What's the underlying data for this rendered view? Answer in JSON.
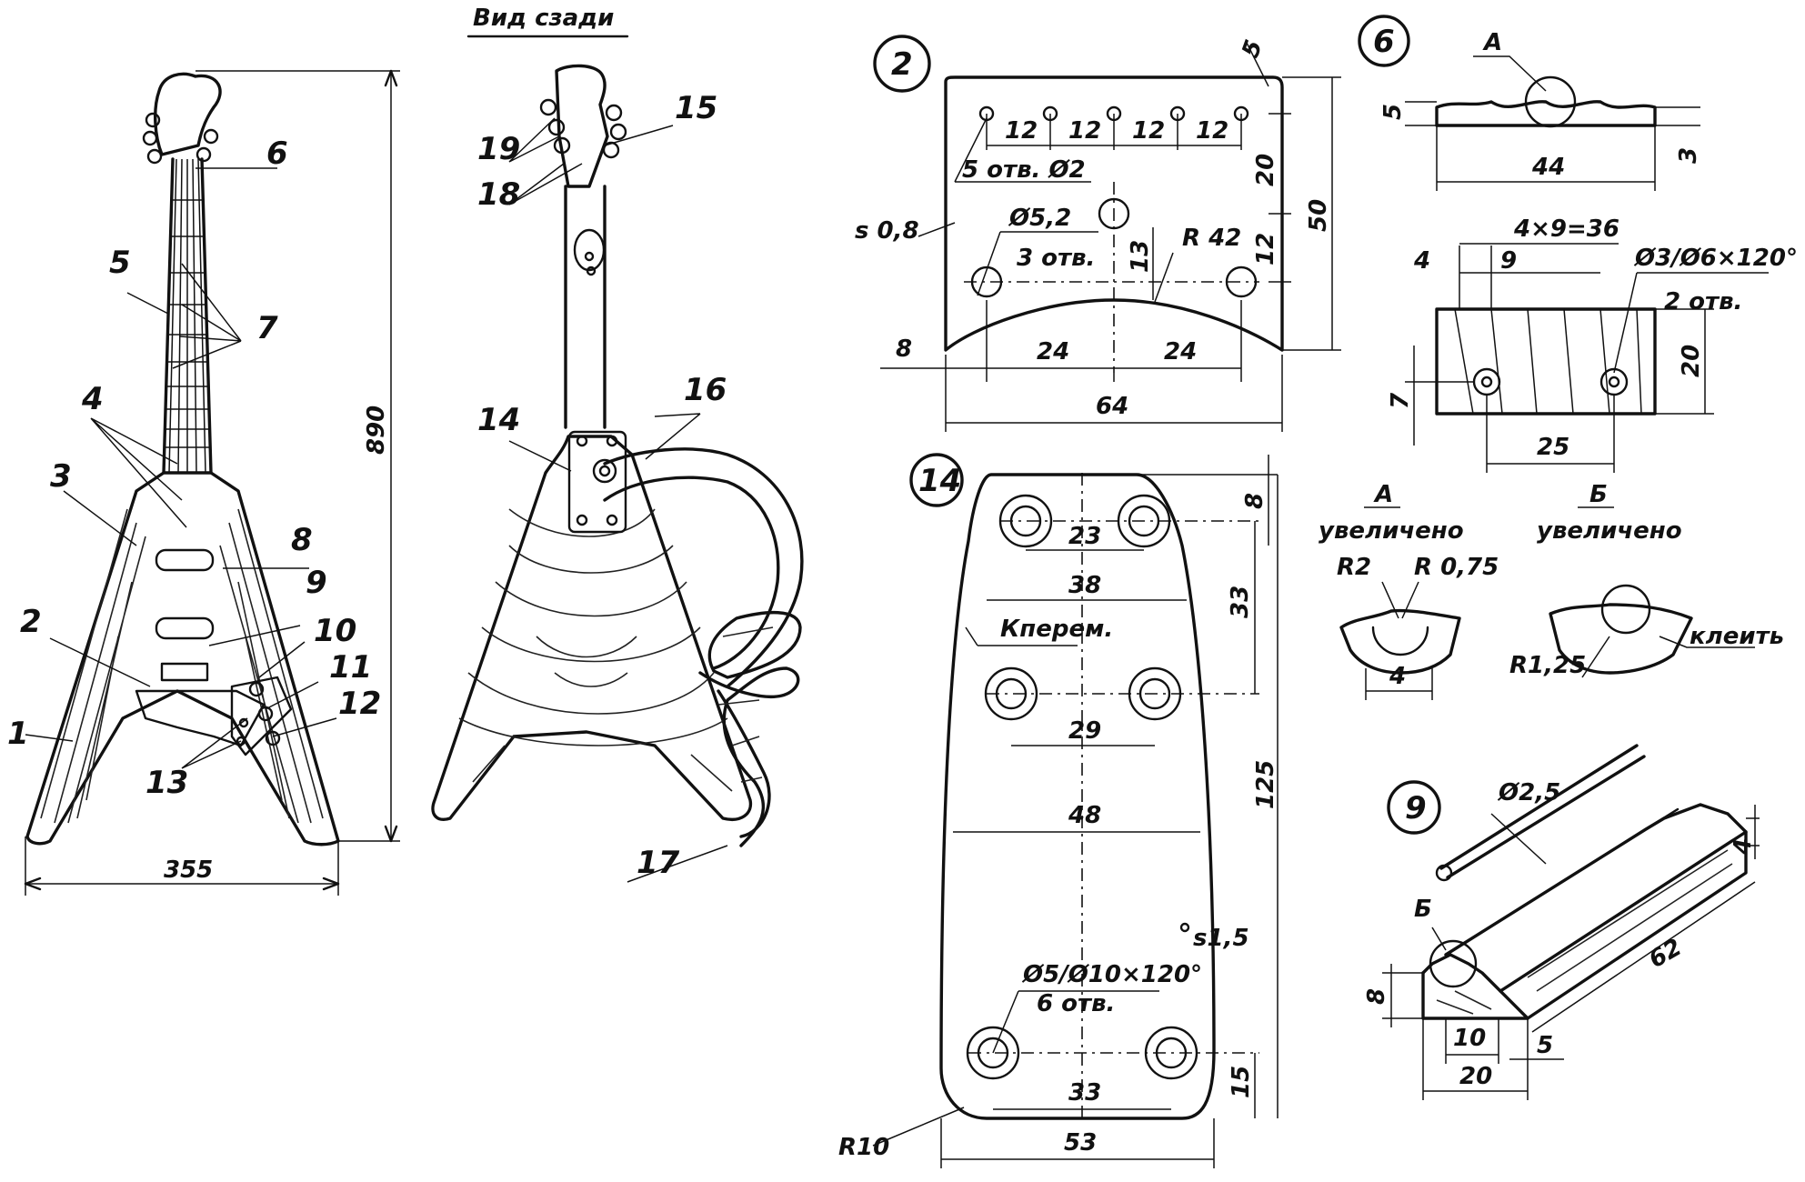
{
  "colors": {
    "ink": "#111111",
    "paper": "#ffffff"
  },
  "views": {
    "front": {
      "callouts": [
        "1",
        "2",
        "3",
        "4",
        "5",
        "6",
        "7",
        "8",
        "9",
        "10",
        "11",
        "12",
        "13"
      ],
      "width_dim": "355",
      "height_dim": "890"
    },
    "back": {
      "title": "Вид сзади",
      "callouts": [
        "14",
        "15",
        "16",
        "17",
        "18",
        "19"
      ]
    }
  },
  "details": {
    "d2": {
      "number": "2",
      "thickness": "s 0,8",
      "dims": {
        "pitch": "12",
        "holes": "5 отв. Ø2",
        "top": "5",
        "hole_big": "Ø5,2",
        "hole_big_count": "3 отв.",
        "radius": "R 42",
        "depth": "13",
        "right_20": "20",
        "right_12": "12",
        "height": "50",
        "left_8": "8",
        "half": "24",
        "width": "64"
      }
    },
    "d6": {
      "number": "6",
      "view_a": "А",
      "dims": {
        "h5": "5",
        "h3": "3",
        "length": "44",
        "pitch": "4×9=36",
        "left4": "4",
        "step9": "9",
        "holes": "Ø3/Ø6×120°",
        "holes_count": "2 отв.",
        "height": "20",
        "low": "7",
        "span": "25"
      }
    },
    "detail_a": {
      "letter": "А",
      "caption": "увеличено",
      "r_big": "R2",
      "r_small": "R 0,75",
      "width": "4"
    },
    "detail_b": {
      "letter": "Б",
      "caption": "увеличено",
      "radius": "R1,25",
      "note": "клеить"
    },
    "d14": {
      "number": "14",
      "dims": {
        "top": "8",
        "w23": "23",
        "w38": "38",
        "h33": "33",
        "note": "Кперем.",
        "w29": "29",
        "w48": "48",
        "length": "125",
        "thickness": "s1,5",
        "holes": "Ø5/Ø10×120°",
        "holes_count": "6 отв.",
        "w33": "33",
        "bottom": "15",
        "radius": "R10",
        "width": "53"
      }
    },
    "d9": {
      "number": "9",
      "rod": "Ø2,5",
      "view_b": "Б",
      "dims": {
        "h4": "4",
        "length": "62",
        "h8": "8",
        "w10": "10",
        "w5": "5",
        "w20": "20"
      }
    }
  }
}
